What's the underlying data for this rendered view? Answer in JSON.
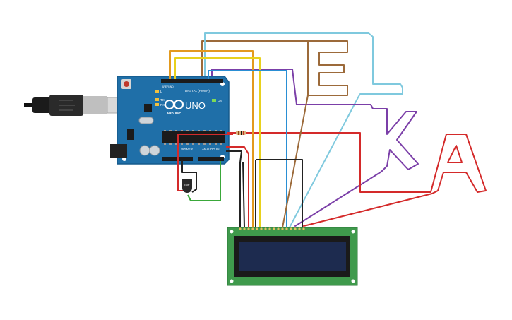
{
  "board": {
    "model": "UNO",
    "brand": "ARDUINO",
    "header_digital": "DIGITAL (PWM~)",
    "header_power": "POWER",
    "header_analog": "ANALOG IN",
    "on_label": "ON",
    "tx_label": "TX",
    "rx_label": "RX",
    "l_label": "L",
    "aref_label": "AREF",
    "gnd_label": "GND"
  },
  "sensor": {
    "label": "TMP"
  },
  "wire_letters": "ELKA",
  "colors": {
    "board": "#1f6fa8",
    "board_edge": "#155a8c",
    "lcd_pcb": "#3f9a4c",
    "lcd_screen": "#1d2b4f",
    "wire_red": "#d42a2a",
    "wire_black": "#222222",
    "wire_green": "#3aa83a",
    "wire_purple": "#7b3fa8",
    "wire_brown": "#9c6a3a",
    "wire_orange": "#e39a1e",
    "wire_yellow": "#e8d11c",
    "wire_blue": "#2a8fd4",
    "wire_lightblue": "#7fc9de"
  }
}
